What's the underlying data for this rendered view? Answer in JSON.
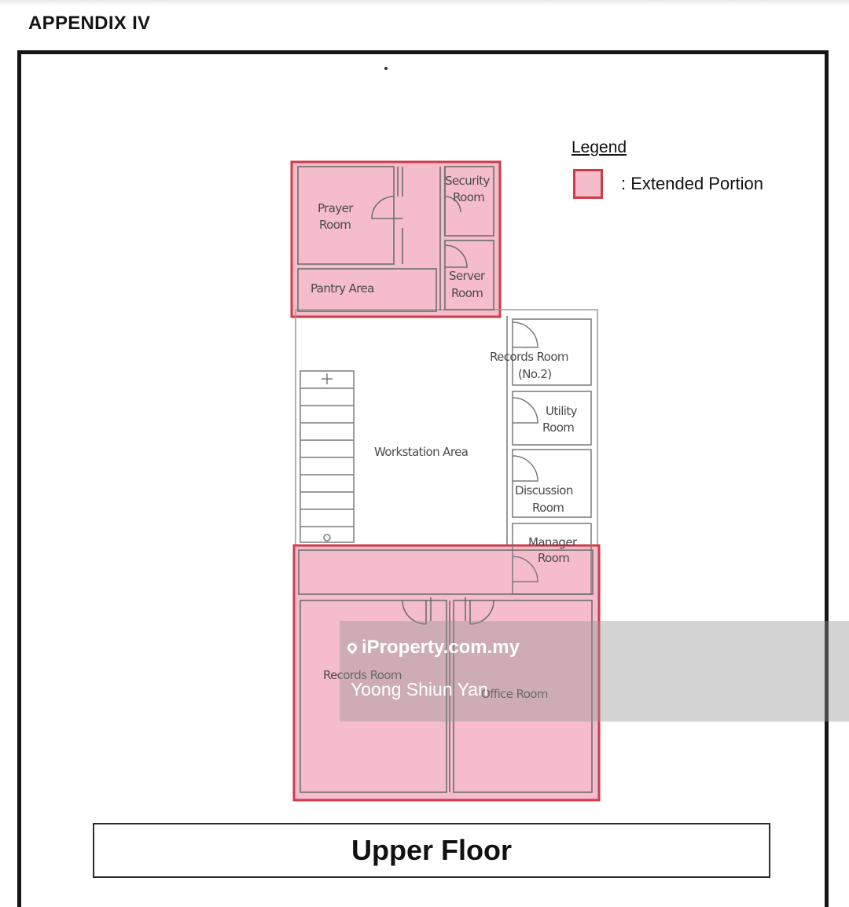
{
  "header": {
    "appendix_title": "APPENDIX IV"
  },
  "legend": {
    "title": "Legend",
    "item_label": ": Extended Portion",
    "swatch_fill": "#f5bccb",
    "swatch_border": "#d03b48"
  },
  "rooms": {
    "prayer_line1": "Prayer",
    "prayer_line2": "Room",
    "security_line1": "Security",
    "security_line2": "Room",
    "pantry": "Pantry Area",
    "server_line1": "Server",
    "server_line2": "Room",
    "records2_line1": "Records Room",
    "records2_line2": "(No.2)",
    "utility_line1": "Utility",
    "utility_line2": "Room",
    "workstation": "Workstation Area",
    "discussion_line1": "Discussion",
    "discussion_line2": "Room",
    "manager_line1": "Manager",
    "manager_line2": "Room",
    "records": "Records Room",
    "office": "Office Room"
  },
  "footer": {
    "floor_label": "Upper Floor"
  },
  "watermark": {
    "brand": "iProperty.com.my",
    "agent": "Yoong Shiun Yan",
    "pin_icon": "location-pin-icon"
  },
  "colors": {
    "extended_fill": "#f5bccb",
    "extended_border": "#d03b48",
    "wall": "#6e6e6e"
  }
}
